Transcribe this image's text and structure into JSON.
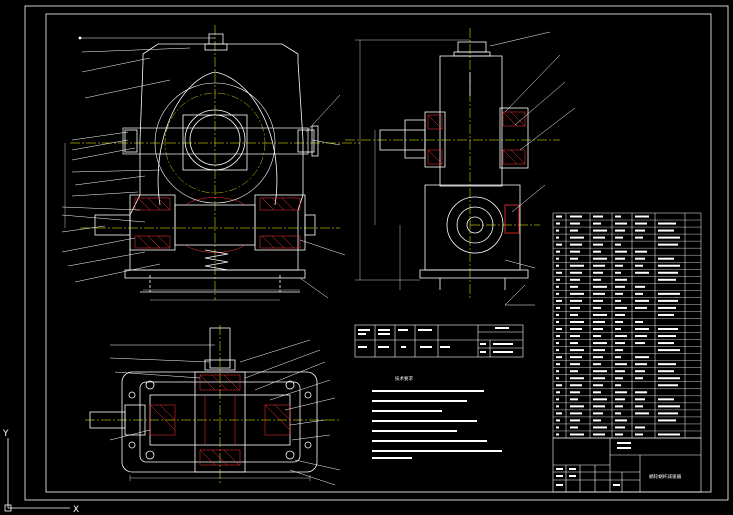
{
  "colors": {
    "background": "#000000",
    "outline": "#ffffff",
    "centerline": "#ffff00",
    "hatch": "#ff3030",
    "dimension": "#ffffff",
    "leader": "#ffffff",
    "hidden": "#ff3030"
  },
  "ucs_icon": {
    "axis_y": "Y",
    "axis_x": "X"
  },
  "tech_notes": {
    "heading": "技术要求"
  },
  "title_block": {
    "drawing_name": "蜗轮蜗杆减速器"
  }
}
